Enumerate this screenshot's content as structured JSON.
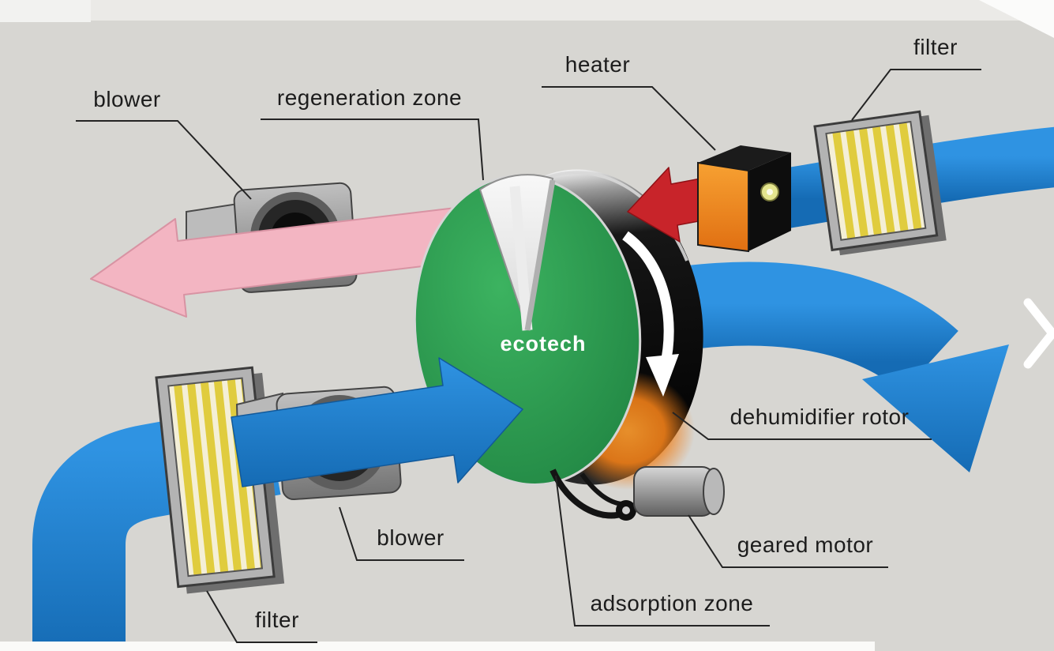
{
  "scene": {
    "description": "Desiccant dehumidifier rotor airflow diagram",
    "background_color": "#d7d6d2"
  },
  "colors": {
    "process_air_blue": "#1f7fd2",
    "regeneration_exhaust_pink": "#f3b5c2",
    "heated_air_red": "#c8242a",
    "rotor_green": "#2a9a4d",
    "heater_orange": "#f08a20",
    "filter_yellow": "#e0cc3e",
    "metal_gray": "#8e8e8e"
  },
  "labels": {
    "blower_top": "blower",
    "regeneration_zone": "regeneration zone",
    "heater": "heater",
    "filter_top_right": "filter",
    "dehumidifier_rotor": "dehumidifier rotor",
    "geared_motor": "geared motor",
    "adsorption_zone": "adsorption zone",
    "blower_bottom": "blower",
    "filter_bottom_left": "filter",
    "rotor_brand": "ecotech"
  },
  "icons": {
    "next_chevron": "chevron-right"
  }
}
